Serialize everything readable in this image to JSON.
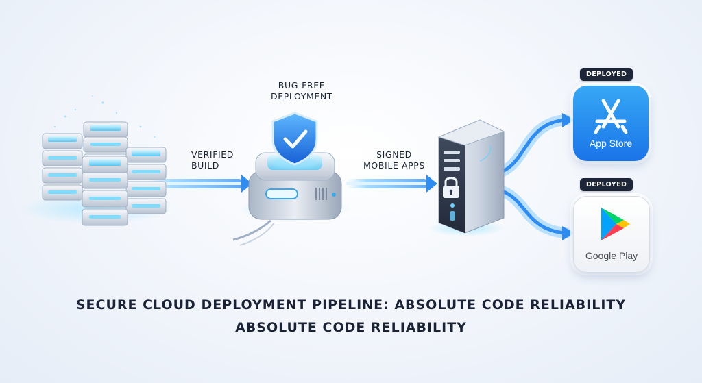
{
  "steps": {
    "verified_build": [
      "Verified",
      "Build"
    ],
    "bug_free": [
      "Bug-Free",
      "Deployment"
    ],
    "signed_apps": [
      "Signed",
      "Mobile Apps"
    ]
  },
  "stores": {
    "app_store": {
      "badge": "DEPLOYED",
      "name": "App Store",
      "icon": "app-store-icon"
    },
    "google_play": {
      "badge": "DEPLOYED",
      "name": "Google Play",
      "icon": "google-play-icon"
    }
  },
  "title": {
    "line1": "Secure Cloud Deployment Pipeline: Absolute Code Reliability",
    "line2": "Absolute Code Reliability"
  },
  "colors": {
    "accent_blue": "#2f8cf0",
    "glow_cyan": "#7fdcff",
    "badge_dark": "#1d2638"
  }
}
